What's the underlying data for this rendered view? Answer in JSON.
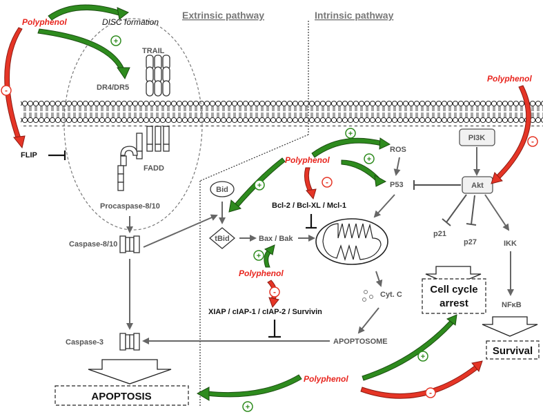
{
  "headers": {
    "extrinsic": "Extrinsic pathway",
    "intrinsic": "Intrinsic pathway"
  },
  "labels": {
    "polyphenol": "Polyphenol",
    "disc_formation": "DISC formation",
    "trail": "TRAIL",
    "dr": "DR4/DR5",
    "flip": "FLIP",
    "fadd": "FADD",
    "procaspase": "Procaspase-8/10",
    "caspase8": "Caspase-8/10",
    "caspase3": "Caspase-3",
    "apoptosis": "APOPTOSIS",
    "bid": "Bid",
    "tbid": "tBid",
    "bax_bak": "Bax / Bak",
    "bcl2": "Bcl-2 / Bcl-XL / Mcl-1",
    "ros": "ROS",
    "p53": "P53",
    "pi3k": "PI3K",
    "akt": "Akt",
    "p21": "p21",
    "p27": "p27",
    "ikk": "IKK",
    "nfkb": "NFκB",
    "cytc": "Cyt. C",
    "xiap": "XIAP / cIAP-1 / cIAP-2 / Survivin",
    "apoptosome": "APOPTOSOME",
    "cell_cycle_1": "Cell cycle",
    "cell_cycle_2": "arrest",
    "survival": "Survival",
    "plus": "+",
    "minus": "-"
  },
  "colors": {
    "activation": "#2e8b1e",
    "inhibition": "#e53526",
    "polyphenol_text": "#e8251e"
  }
}
